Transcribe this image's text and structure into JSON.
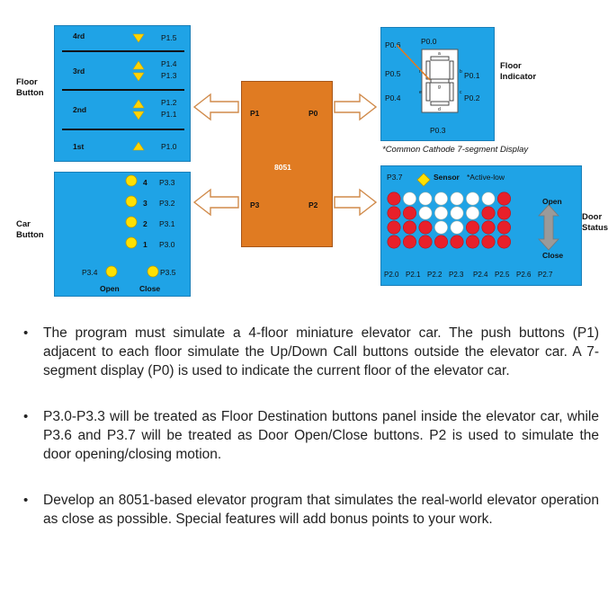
{
  "floor_button": {
    "title": "Floor\nButton",
    "rows": [
      {
        "floor": "4rd",
        "ports": [
          "P1.5"
        ],
        "arrows": [
          "down"
        ]
      },
      {
        "floor": "3rd",
        "ports": [
          "P1.4",
          "P1.3"
        ],
        "arrows": [
          "up",
          "down"
        ]
      },
      {
        "floor": "2nd",
        "ports": [
          "P1.2",
          "P1.1"
        ],
        "arrows": [
          "up",
          "down"
        ]
      },
      {
        "floor": "1st",
        "ports": [
          "P1.0"
        ],
        "arrows": [
          "up"
        ]
      }
    ]
  },
  "car_button": {
    "title": "Car\nButton",
    "buttons": [
      {
        "num": "4",
        "port": "P3.3"
      },
      {
        "num": "3",
        "port": "P3.2"
      },
      {
        "num": "2",
        "port": "P3.1"
      },
      {
        "num": "1",
        "port": "P3.0"
      }
    ],
    "open_port": "P3.4",
    "close_port": "P3.5",
    "open_label": "Open",
    "close_label": "Close"
  },
  "mcu": {
    "name": "8051",
    "p1": "P1",
    "p0": "P0",
    "p3": "P3",
    "p2": "P2"
  },
  "floor_indicator": {
    "title": "Floor\nIndicator",
    "pins": {
      "p00": "P0.0",
      "p06": "P0.6",
      "p05": "P0.5",
      "p01": "P0.1",
      "p04": "P0.4",
      "p02": "P0.2",
      "p03": "P0.3"
    },
    "segments": [
      "a",
      "b",
      "c",
      "d",
      "e",
      "f",
      "g"
    ],
    "note": "*Common Cathode 7-segment Display"
  },
  "door_status": {
    "title": "Door\nStatus",
    "sensor_port": "P3.7",
    "sensor_label": "Sensor",
    "sensor_note": "*Active-low",
    "open_label": "Open",
    "close_label": "Close",
    "ports": [
      "P2.0",
      "P2.1",
      "P2.2",
      "P2.3",
      "P2.4",
      "P2.5",
      "P2.6",
      "P2.7"
    ],
    "led_matrix": [
      [
        1,
        0,
        0,
        0,
        0,
        0,
        0,
        1
      ],
      [
        1,
        1,
        0,
        0,
        0,
        0,
        1,
        1
      ],
      [
        1,
        1,
        1,
        0,
        0,
        1,
        1,
        1
      ],
      [
        1,
        1,
        1,
        1,
        1,
        1,
        1,
        1
      ]
    ],
    "colors": {
      "on": "#e8202a",
      "off": "#ffffff"
    }
  },
  "bullets": [
    "The program must simulate a 4-floor miniature elevator car. The push buttons (P1) adjacent to each floor simulate the Up/Down Call buttons outside the elevator car. A 7-segment display (P0) is used to indicate the current floor of the elevator car.",
    "P3.0-P3.3 will be treated as Floor Destination buttons panel inside the elevator car, while P3.6 and P3.7 will be treated as Door Open/Close buttons. P2 is used to simulate the door opening/closing motion.",
    "Develop an 8051-based elevator program that simulates the real-world elevator operation as close as possible. Special features will add bonus points to your work."
  ]
}
